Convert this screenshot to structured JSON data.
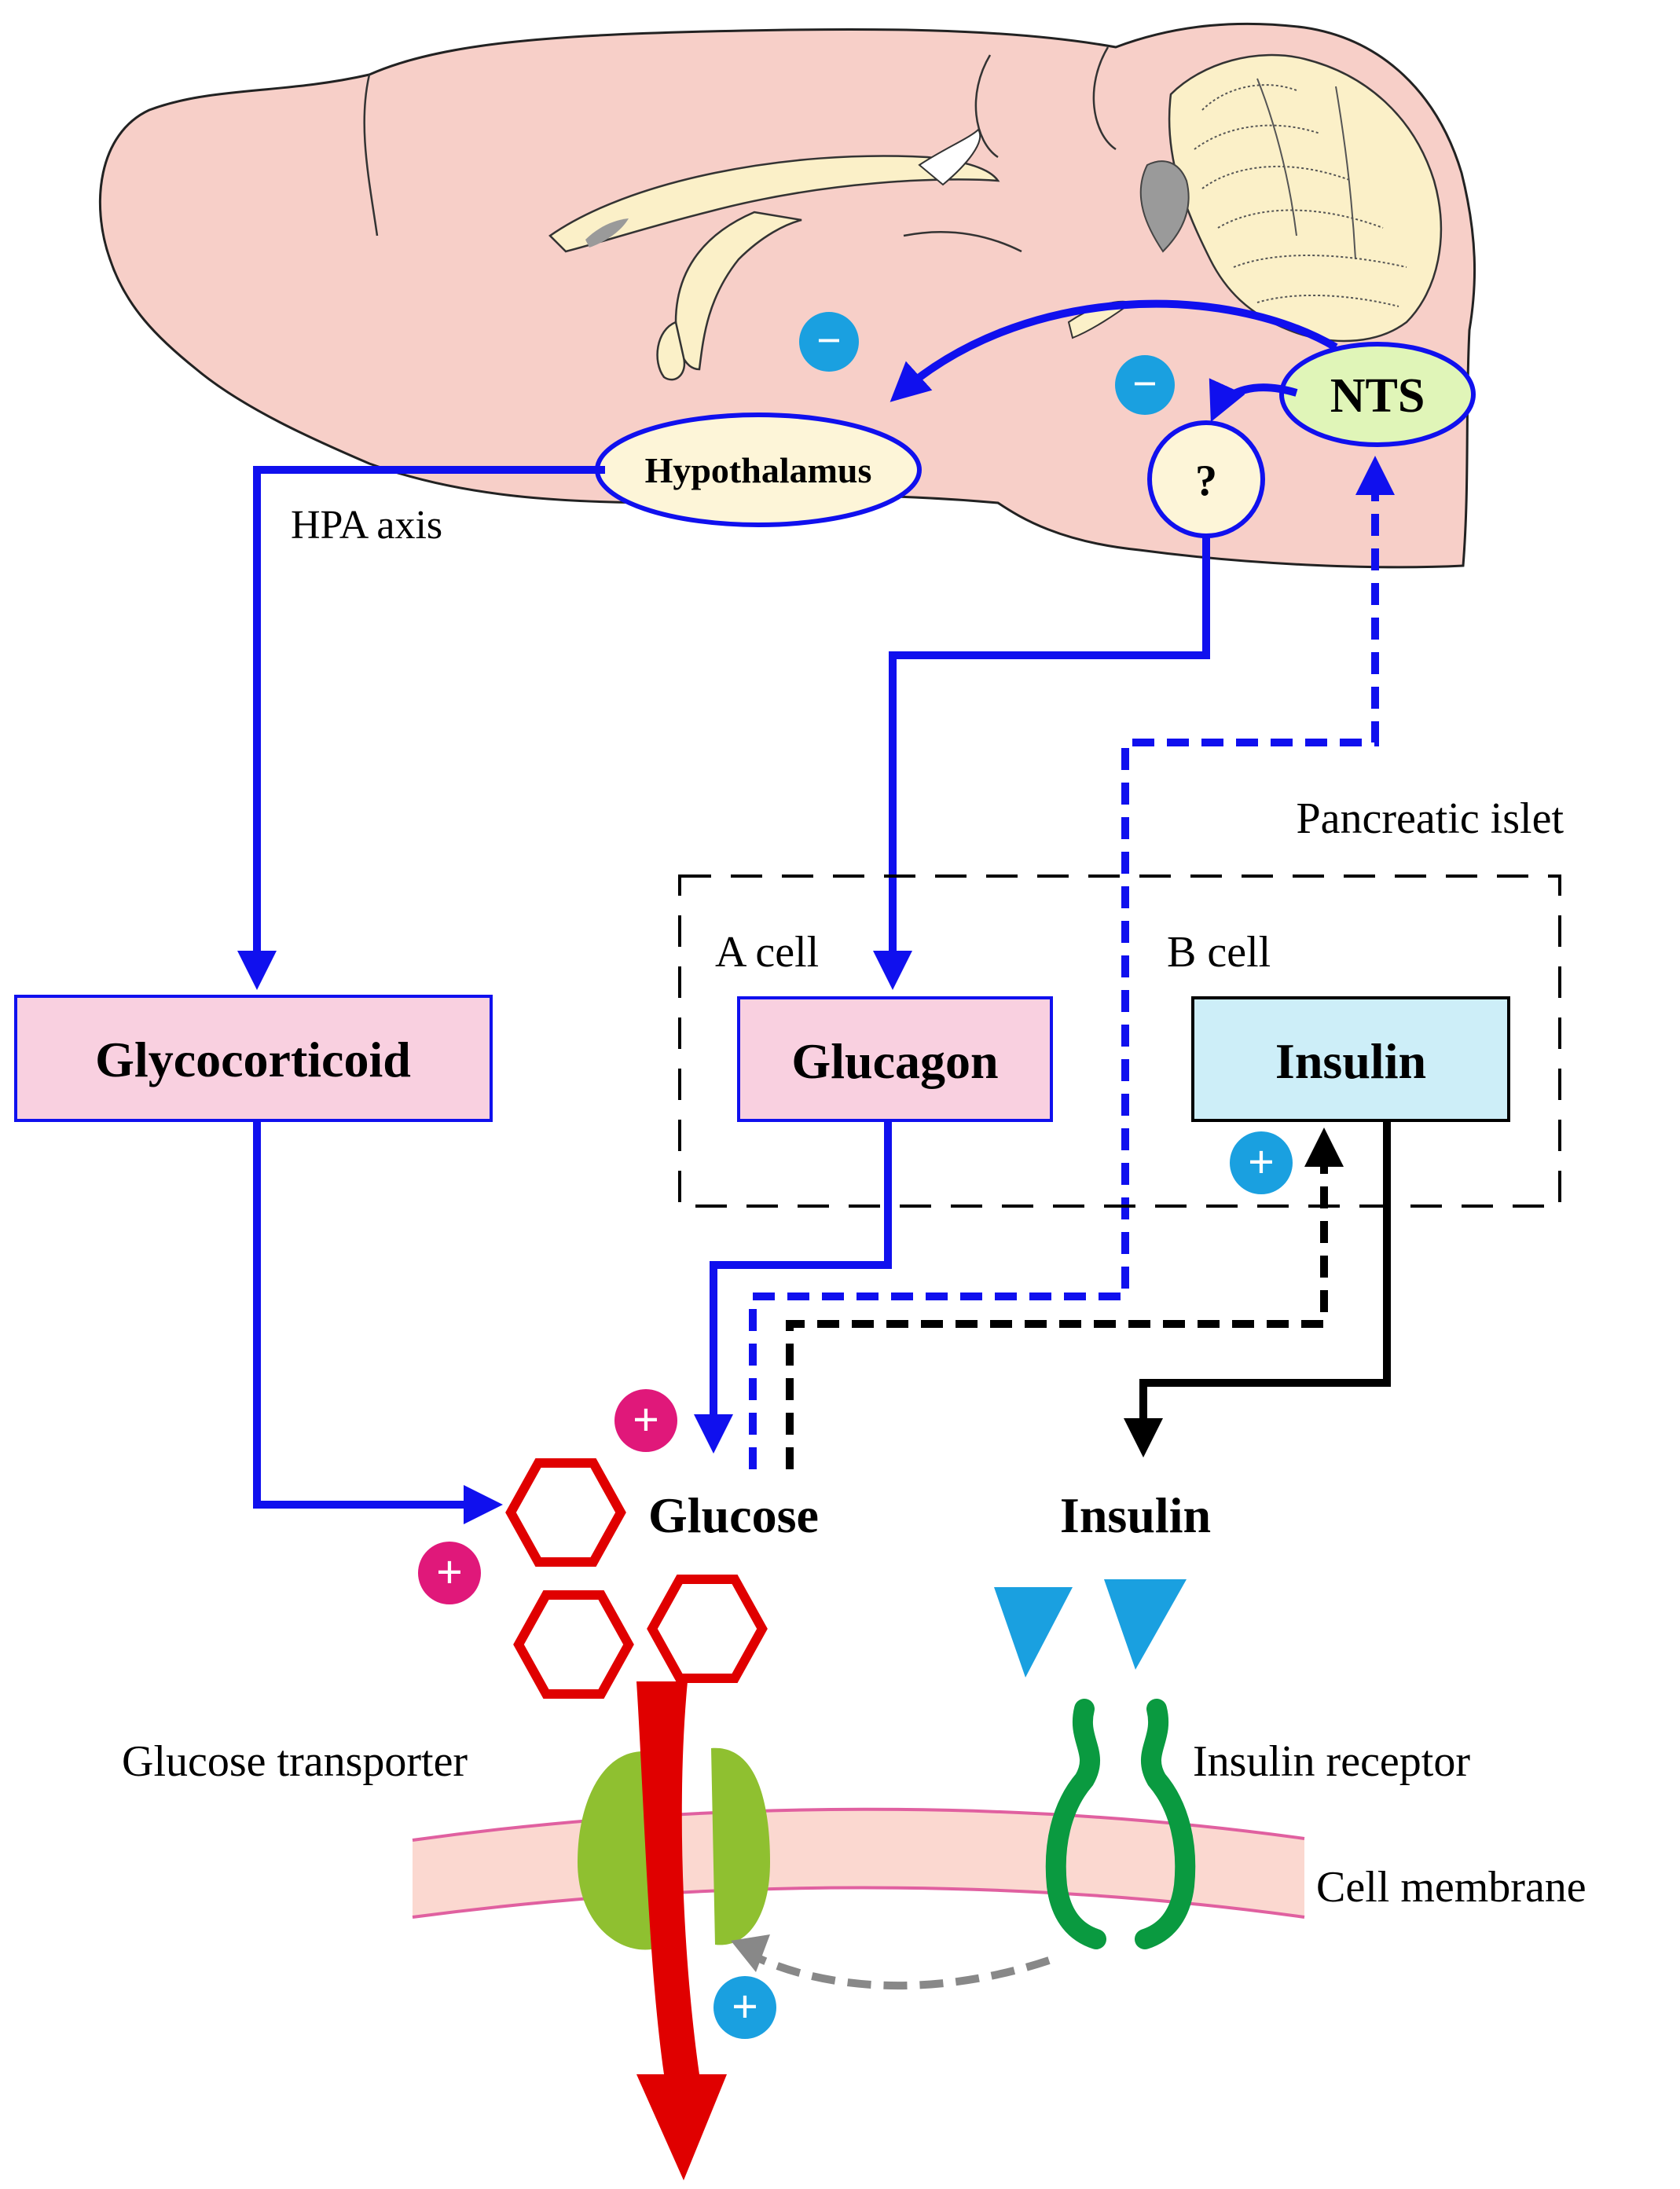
{
  "labels": {
    "hypothalamus": "Hypothalamus",
    "nts": "NTS",
    "unknown_node": "?",
    "hpa_axis": "HPA axis",
    "pancreatic_islet": "Pancreatic islet",
    "a_cell": "A cell",
    "b_cell": "B cell",
    "glycocorticoid": "Glycocorticoid",
    "glucagon": "Glucagon",
    "insulin_box": "Insulin",
    "glucose": "Glucose",
    "insulin_free": "Insulin",
    "glucose_transporter": "Glucose transporter",
    "insulin_receptor": "Insulin receptor",
    "cell_membrane": "Cell membrane"
  },
  "signs": {
    "minus": "−",
    "plus": "+"
  },
  "colors": {
    "blue_pathway": "#1010ee",
    "black_pathway": "#000000",
    "gray_pathway": "#888888",
    "brain_fill": "#f7cfc8",
    "brain_inner_fill": "#fbf0c8",
    "brain_dark": "#9a9a9a",
    "node_fill_hypothalamus": "#fdf5d8",
    "node_fill_nts": "#e0f5b8",
    "pink_box": "#f9d0e0",
    "blue_box": "#cdeef8",
    "cyan_sign": "#1aa0e0",
    "magenta_sign": "#e0187a",
    "glucose_red": "#e00000",
    "transporter_green": "#8fc030",
    "receptor_green": "#0a9a40",
    "membrane_fill": "#fbd8d0",
    "membrane_line": "#e060a0",
    "insulin_triangle": "#1aa0e0"
  }
}
